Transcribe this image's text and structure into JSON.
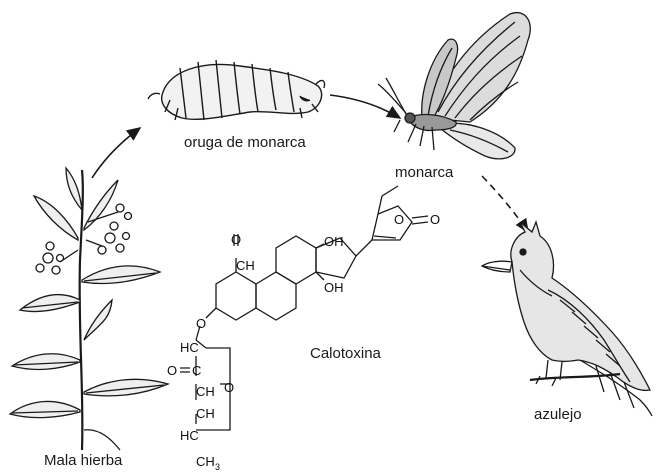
{
  "labels": {
    "caterpillar": "oruga de monarca",
    "butterfly": "monarca",
    "bird": "azulejo",
    "plant": "Mala hierba",
    "molecule": "Calotoxina"
  },
  "chem": {
    "o_ring_top": "O",
    "o_carbonyl": "O",
    "o_aldehyde": "O",
    "ch_aldehyde": "CH",
    "oh_upper": "OH",
    "oh_lower": "OH",
    "o_ether": "O",
    "hc_1": "HC",
    "o_keto": "O",
    "c_keto": "C",
    "ch_2": "CH",
    "ch_3": "CH",
    "hc_4": "HC",
    "ch3_label": "CH",
    "ch3_sub": "3",
    "o_sugar": "O"
  },
  "colors": {
    "ink": "#1a1a1a",
    "paper": "#ffffff"
  }
}
